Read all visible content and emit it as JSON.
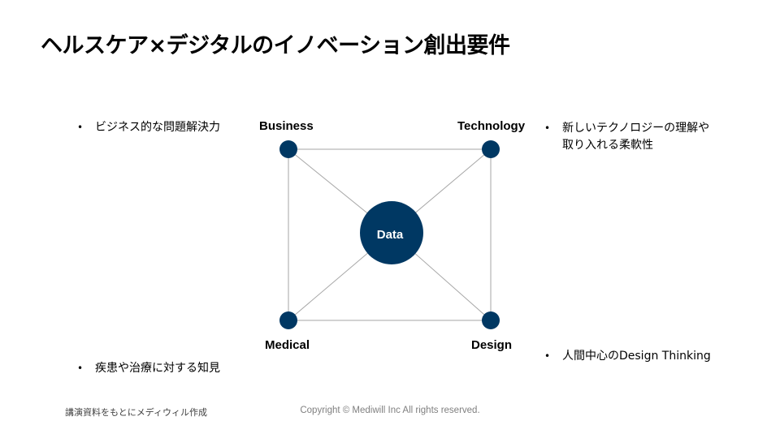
{
  "title": "ヘルスケア×デジタルのイノベーション創出要件",
  "nodes": {
    "center": "Data",
    "top_left": "Business",
    "top_right": "Technology",
    "bottom_left": "Medical",
    "bottom_right": "Design"
  },
  "bullets": {
    "top_left": "ビジネス的な問題解決力",
    "top_right": "新しいテクノロジーの理解や\n取り入れる柔軟性",
    "bottom_left": "疾患や治療に対する知見",
    "bottom_right": "人間中心のDesign Thinking",
    "marker": "•"
  },
  "footer": {
    "left": "講演資料をもとにメディウィル作成",
    "center": "Copyright © Mediwill Inc All rights reserved."
  },
  "colors": {
    "node_fill": "#003863",
    "edge": "#a6a6a6",
    "center_text": "#ffffff"
  }
}
